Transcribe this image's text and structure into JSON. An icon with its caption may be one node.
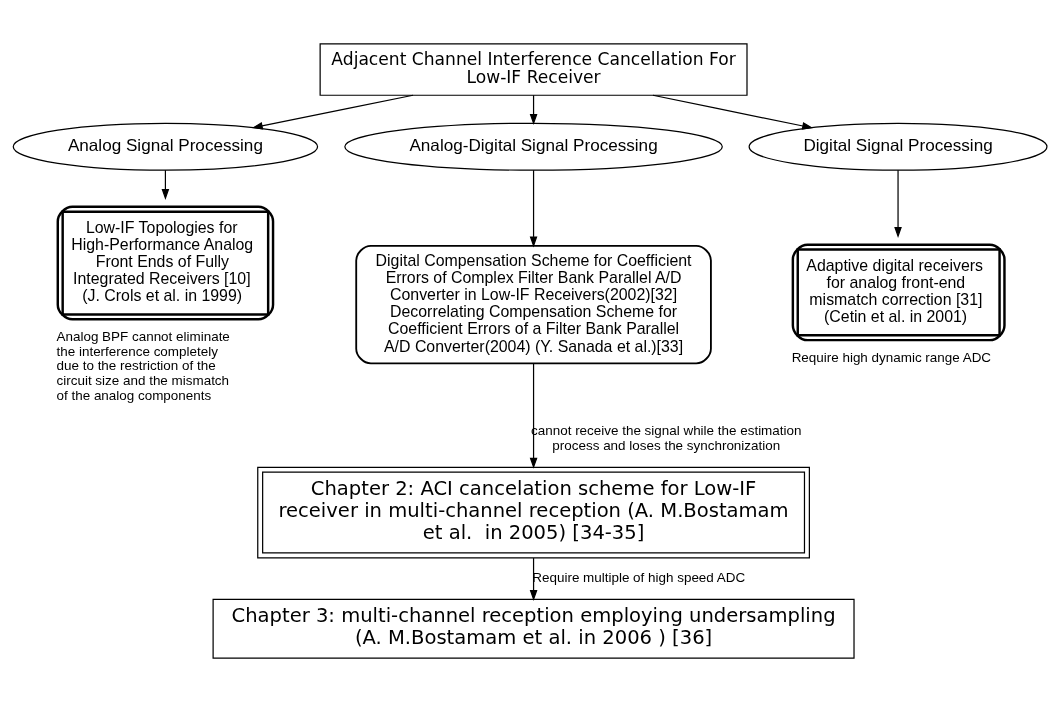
{
  "diagram": {
    "nodes": [
      {
        "text": [
          "Adjacent Channel Interference Cancellation For Low-IF Receiver"
        ]
      },
      {
        "text": [
          "Analog Signal Processing"
        ]
      },
      {
        "text": [
          "Analog-Digital Signal Processing"
        ]
      },
      {
        "text": [
          "Digital Signal Processing"
        ]
      },
      {
        "text": [
          "Low-IF Topologies for High-Performance Analog Front Ends of Fully Integrated Receivers [10] (J. Crols et al. in 1999)"
        ],
        "beside": [
          "Analog BPF cannot eliminate the interference completely due to the restriction of the circuit size and the mismatch of the analog components"
        ]
      },
      {
        "text": [
          "Digital Compensation Scheme for Coefficient Errors of Complex Filter Bank Parallel A/D Converter in Low-IF Receivers(2002)[32] Decorrelating Compensation Scheme for Coefficient Errors of a Filter Bank Parallel A/D Converter(2004) (Y. Sanada et al.)[33]"
        ]
      },
      {
        "text": [
          "Adaptive digital receivers for analog front-end mismatch correction [31] (Cetin et al. in 2001)"
        ],
        "beside": [
          "Require high dynamic range ADC"
        ]
      },
      {
        "text": [
          "Chapter 2: ACI cancelation scheme for Low-IF receiver in multi-channel reception (A. M.Bostamam et al.  in 2005) [34-35]"
        ]
      },
      {
        "text": [
          "Chapter 3: multi-channel reception employing undersampling (A. M.Bostamam et al. in 2006 ) [36]"
        ]
      }
    ],
    "edges": [
      {
        "from": 0,
        "to": 1,
        "arrow": "to"
      },
      {
        "from": 0,
        "to": 2,
        "arrow": "to"
      },
      {
        "from": 0,
        "to": 3,
        "arrow": "to"
      },
      {
        "from": 1,
        "to": 4,
        "arrow": "to"
      },
      {
        "from": 2,
        "to": 5,
        "arrow": "to"
      },
      {
        "from": 3,
        "to": 6,
        "arrow": "to"
      },
      {
        "from": 5,
        "to": 7,
        "arrow": "to",
        "label": "cannot receive the signal while the estimation process and loses the synchronization"
      },
      {
        "from": 7,
        "to": 8,
        "arrow": "to",
        "label": "Require multiple of high speed ADC"
      }
    ]
  }
}
